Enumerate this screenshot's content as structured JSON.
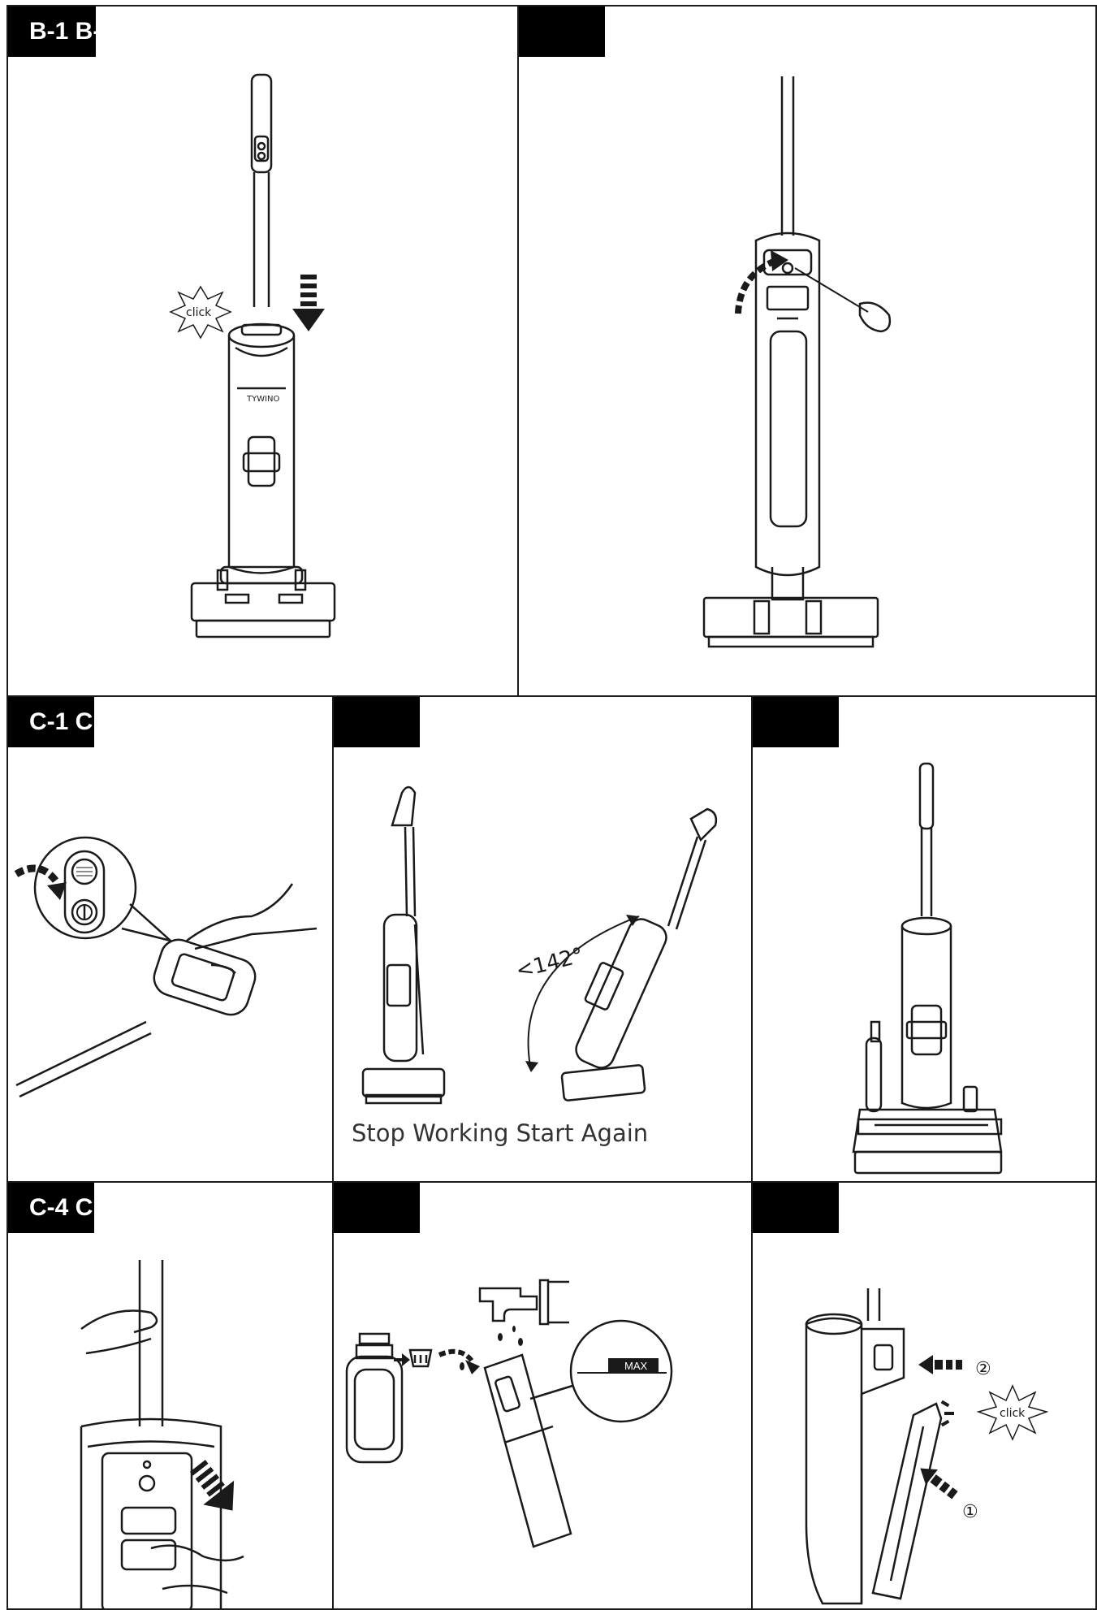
{
  "panels": {
    "b1": {
      "tag": "B-1 B-"
    },
    "b2": {
      "tag": ""
    },
    "c1": {
      "tag": "C-1 C"
    },
    "c2": {
      "tag": "",
      "angle_label": "<142°",
      "caption": "Stop Working Start Again"
    },
    "c3": {
      "tag": ""
    },
    "c4": {
      "tag": "C-4 C"
    },
    "c5": {
      "tag": "",
      "max_label": "MAX"
    },
    "c6": {
      "tag": "",
      "step1": "①",
      "step2": "②"
    }
  },
  "labels": {
    "click": "click",
    "brand": "TYWINO"
  },
  "icons": [
    "click-burst-icon",
    "down-arrow-icon",
    "curved-arrow-icon",
    "right-arrow-icon",
    "left-arrow-icon",
    "faucet-icon",
    "detergent-bottle-icon",
    "cap-icon",
    "power-button-icon",
    "self-clean-button-icon"
  ],
  "colors": {
    "ink": "#1a1a1a",
    "tag_bg": "#000000",
    "tag_text": "#ffffff"
  }
}
